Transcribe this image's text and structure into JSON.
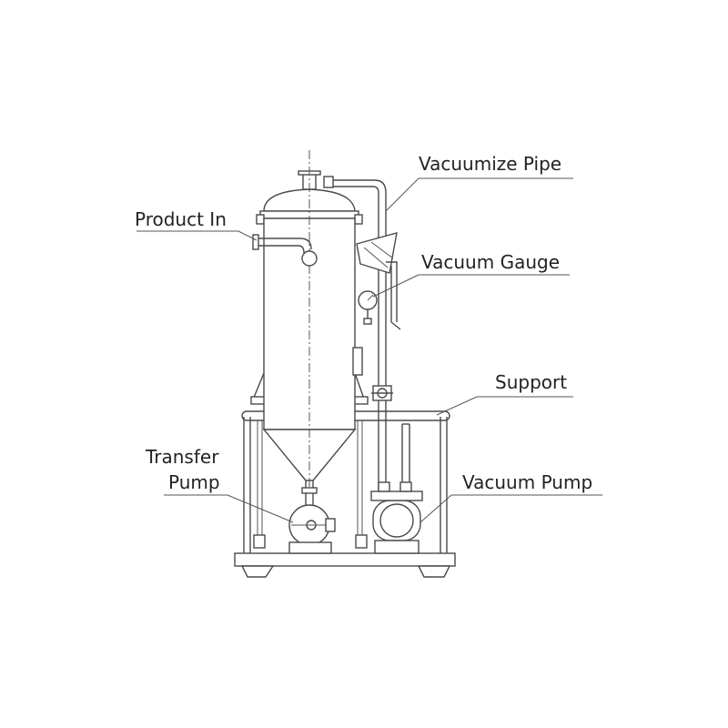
{
  "labels": {
    "vacuumize_pipe": "Vacuumize Pipe",
    "product_in": "Product In",
    "vacuum_gauge": "Vacuum Gauge",
    "support": "Support",
    "transfer_pump_line1": "Transfer",
    "transfer_pump_line2": "Pump",
    "vacuum_pump": "Vacuum Pump"
  },
  "colors": {
    "line": "#4a4a4a",
    "text": "#222222",
    "background": "#ffffff"
  }
}
